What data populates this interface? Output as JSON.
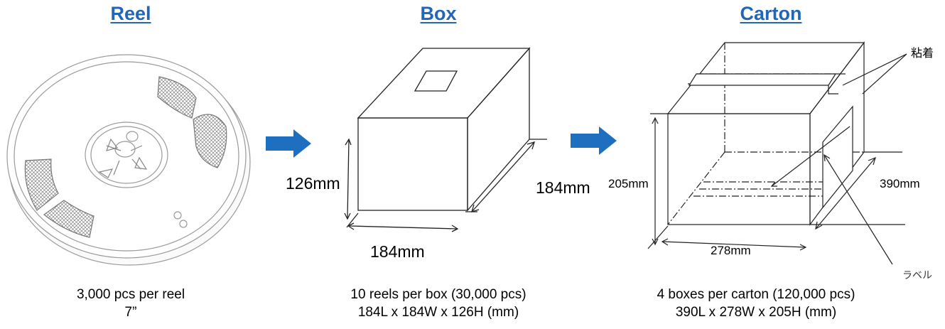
{
  "reel": {
    "title": "Reel",
    "caption_line1": "3,000 pcs per reel",
    "caption_line2": "7”"
  },
  "box": {
    "title": "Box",
    "height_label": "126mm",
    "depth_label": "184mm",
    "width_label": "184mm",
    "caption_line1": "10 reels per box (30,000 pcs)",
    "caption_line2": "184L x 184W x 126H (mm)"
  },
  "carton": {
    "title": "Carton",
    "height_label": "205mm",
    "depth_label": "390mm",
    "width_label": "278mm",
    "tape_label": "粘着",
    "label_label": "ラベル",
    "caption_line1": "4 boxes per carton (120,000 pcs)",
    "caption_line2": "390L x 278W x 205H (mm)"
  },
  "colors": {
    "title": "#2167b5",
    "arrow": "#1f6fc0",
    "line": "#222222",
    "reel_line": "#9a9a9a"
  }
}
